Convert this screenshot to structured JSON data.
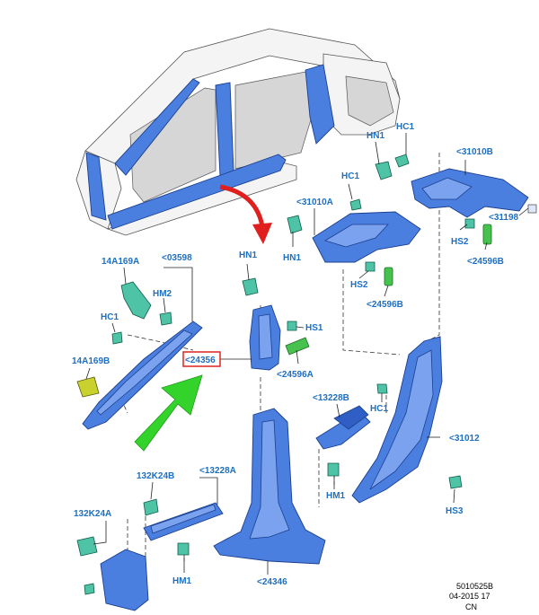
{
  "labels": {
    "p_31010B": "<31010B",
    "p_HC1_top": "HC1",
    "p_HN1_top": "HN1",
    "p_HC1_mid": "HC1",
    "p_31010A": "<31010A",
    "p_31198": "<31198",
    "p_HS2_right": "HS2",
    "p_24596B_right": "<24596B",
    "p_HN1_left": "HN1",
    "p_HS2_mid": "HS2",
    "p_24596B_mid": "<24596B",
    "p_14A169A": "14A169A",
    "p_03598": "<03598",
    "p_HN1_center": "HN1",
    "p_HM2": "HM2",
    "p_HC1_left": "HC1",
    "p_HS1": "HS1",
    "p_14A169B": "14A169B",
    "p_24356": "<24356",
    "p_24596A": "<24596A",
    "p_13228B": "<13228B",
    "p_HC1_right": "HC1",
    "p_31012": "<31012",
    "p_132K24B": "132K24B",
    "p_13228A": "<13228A",
    "p_HM1_mid": "HM1",
    "p_HS3": "HS3",
    "p_132K24A": "132K24A",
    "p_HM1_bottom": "HM1",
    "p_24346": "<24346"
  },
  "meta": {
    "ref_number": "5010525B",
    "date": "04-2015 17",
    "region": "CN"
  },
  "colors": {
    "label_blue": "#1f6fc0",
    "part_blue": "#4a7fe0",
    "highlight_red": "#e0201e",
    "arrow_green": "#34d32b",
    "arrow_red": "#e0201e"
  }
}
